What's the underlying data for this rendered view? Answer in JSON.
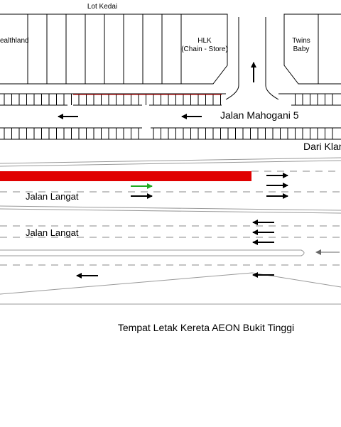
{
  "map": {
    "shops_row_label": "Lot Kedai",
    "shop_left_label": "ealthland",
    "shop_hlk_line1": "HLK",
    "shop_hlk_line2": "(Chain - Store)",
    "shop_twins_line1": "Twins",
    "shop_twins_line2": "Baby",
    "road_mahogani": "Jalan Mahogani 5",
    "from_klang": "Dari Klang",
    "road_langat_upper": "Jalan Langat",
    "road_langat_lower": "Jalan Langat",
    "caption": "Tempat Letak Kereta AEON Bukit Tinggi"
  },
  "colors": {
    "parking_strip": "#e00000",
    "marker_arrow": "#22aa22",
    "lines": "#000000",
    "road_edge": "#999999"
  }
}
